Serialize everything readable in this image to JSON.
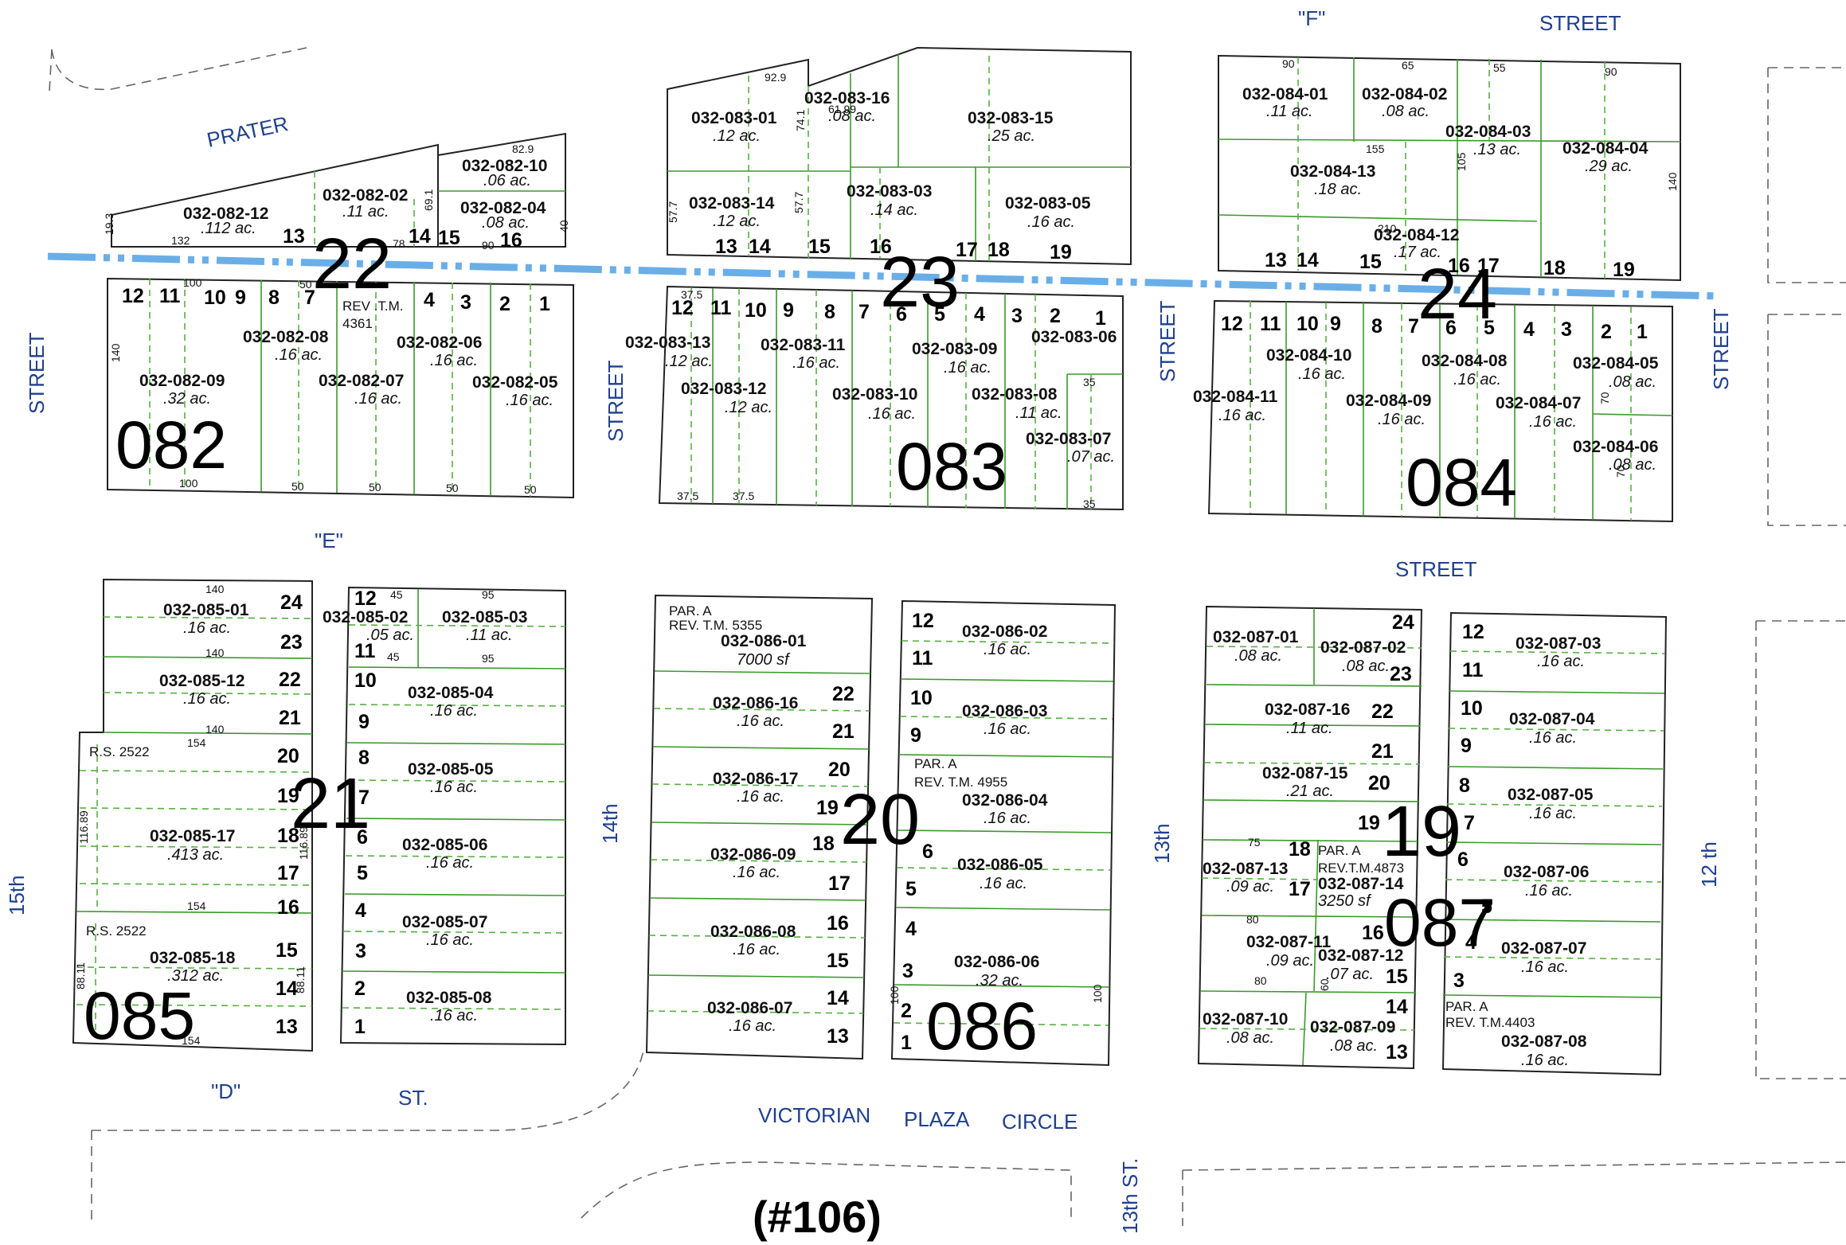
{
  "streets": {
    "prater": "PRATER",
    "f_label": "\"F\"",
    "f_street": "STREET",
    "e_label": "\"E\"",
    "e_street": "STREET",
    "d_label": "\"D\"",
    "d_st": "ST.",
    "left_street": "STREET",
    "street_14": "STREET",
    "street_13": "STREET",
    "right_street": "STREET",
    "fifteenth": "15th",
    "fourteenth": "14th",
    "thirteenth": "13th",
    "twelfth": "12 th",
    "victorian": "VICTORIAN",
    "plaza": "PLAZA",
    "circle": "CIRCLE",
    "thirteenth_st": "13th ST."
  },
  "title": "(#106)",
  "block_numbers": {
    "b22": "22",
    "b23": "23",
    "b24": "24",
    "b21": "21",
    "b20": "20",
    "b19": "19"
  },
  "book_pages": {
    "p082": "082",
    "p083": "083",
    "p084": "084",
    "p085": "085",
    "p086": "086",
    "p087": "087"
  },
  "notes": {
    "rev4361a": "REV .T.M.",
    "rev4361b": "4361",
    "rs2522a": "R.S. 2522",
    "rs2522b": "R.S. 2522",
    "par5355a": "PAR. A",
    "par5355b": "REV. T.M. 5355",
    "par4955a": "PAR. A",
    "par4955b": "REV. T.M. 4955",
    "par4873a": "PAR. A",
    "par4873b": "REV.T.M.4873",
    "par4403a": "PAR. A",
    "par4403b": "REV. T.M.4403"
  },
  "parcels": [
    {
      "id": "032-082-12",
      "area": ".112 ac."
    },
    {
      "id": "032-082-02",
      "area": ".11 ac."
    },
    {
      "id": "032-082-10",
      "area": ".06 ac."
    },
    {
      "id": "032-082-04",
      "area": ".08 ac."
    },
    {
      "id": "032-082-09",
      "area": ".32 ac."
    },
    {
      "id": "032-082-08",
      "area": ".16 ac."
    },
    {
      "id": "032-082-07",
      "area": ".16 ac."
    },
    {
      "id": "032-082-06",
      "area": ".16 ac."
    },
    {
      "id": "032-082-05",
      "area": ".16 ac."
    },
    {
      "id": "032-083-01",
      "area": ".12 ac."
    },
    {
      "id": "032-083-16",
      "area": ".08 ac."
    },
    {
      "id": "032-083-15",
      "area": ".25 ac."
    },
    {
      "id": "032-083-14",
      "area": ".12 ac."
    },
    {
      "id": "032-083-03",
      "area": ".14 ac."
    },
    {
      "id": "032-083-05",
      "area": ".16 ac."
    },
    {
      "id": "032-083-13",
      "area": ".12 ac."
    },
    {
      "id": "032-083-11",
      "area": ".16 ac."
    },
    {
      "id": "032-083-09",
      "area": ".16 ac."
    },
    {
      "id": "032-083-06",
      "area": ""
    },
    {
      "id": "032-083-12",
      "area": ".12 ac."
    },
    {
      "id": "032-083-10",
      "area": ".16 ac."
    },
    {
      "id": "032-083-08",
      "area": ".11 ac."
    },
    {
      "id": "032-083-07",
      "area": ".07 ac."
    },
    {
      "id": "032-084-01",
      "area": ".11 ac."
    },
    {
      "id": "032-084-02",
      "area": ".08 ac."
    },
    {
      "id": "032-084-03",
      "area": ".13 ac."
    },
    {
      "id": "032-084-04",
      "area": ".29 ac."
    },
    {
      "id": "032-084-13",
      "area": ".18 ac."
    },
    {
      "id": "032-084-12",
      "area": ".17 ac."
    },
    {
      "id": "032-084-10",
      "area": ".16 ac."
    },
    {
      "id": "032-084-08",
      "area": ".16 ac."
    },
    {
      "id": "032-084-05",
      "area": ".08 ac."
    },
    {
      "id": "032-084-11",
      "area": ".16 ac."
    },
    {
      "id": "032-084-09",
      "area": ".16 ac."
    },
    {
      "id": "032-084-07",
      "area": ".16 ac."
    },
    {
      "id": "032-084-06",
      "area": ".08 ac."
    },
    {
      "id": "032-085-01",
      "area": ".16 ac."
    },
    {
      "id": "032-085-12",
      "area": ".16 ac."
    },
    {
      "id": "032-085-17",
      "area": ".413 ac."
    },
    {
      "id": "032-085-18",
      "area": ".312 ac."
    },
    {
      "id": "032-085-02",
      "area": ".05 ac."
    },
    {
      "id": "032-085-03",
      "area": ".11 ac."
    },
    {
      "id": "032-085-04",
      "area": ".16 ac."
    },
    {
      "id": "032-085-05",
      "area": ".16 ac."
    },
    {
      "id": "032-085-06",
      "area": ".16 ac."
    },
    {
      "id": "032-085-07",
      "area": ".16 ac."
    },
    {
      "id": "032-085-08",
      "area": ".16 ac."
    },
    {
      "id": "032-086-01",
      "area": "7000 sf"
    },
    {
      "id": "032-086-16",
      "area": ".16 ac."
    },
    {
      "id": "032-086-17",
      "area": ".16 ac."
    },
    {
      "id": "032-086-09",
      "area": ".16 ac."
    },
    {
      "id": "032-086-08",
      "area": ".16 ac."
    },
    {
      "id": "032-086-07",
      "area": ".16 ac."
    },
    {
      "id": "032-086-02",
      "area": ".16 ac."
    },
    {
      "id": "032-086-03",
      "area": ".16 ac."
    },
    {
      "id": "032-086-04",
      "area": ".16 ac."
    },
    {
      "id": "032-086-05",
      "area": ".16 ac."
    },
    {
      "id": "032-086-06",
      "area": ".32 ac."
    },
    {
      "id": "032-087-01",
      "area": ".08 ac."
    },
    {
      "id": "032-087-02",
      "area": ".08 ac."
    },
    {
      "id": "032-087-16",
      "area": ".11 ac."
    },
    {
      "id": "032-087-15",
      "area": ".21 ac."
    },
    {
      "id": "032-087-13",
      "area": ".09 ac."
    },
    {
      "id": "032-087-14",
      "area": "3250 sf"
    },
    {
      "id": "032-087-11",
      "area": ".09 ac."
    },
    {
      "id": "032-087-12",
      "area": ".07 ac."
    },
    {
      "id": "032-087-10",
      "area": ".08 ac."
    },
    {
      "id": "032-087-09",
      "area": ".08 ac."
    },
    {
      "id": "032-087-03",
      "area": ".16 ac."
    },
    {
      "id": "032-087-04",
      "area": ".16 ac."
    },
    {
      "id": "032-087-05",
      "area": ".16 ac."
    },
    {
      "id": "032-087-06",
      "area": ".16 ac."
    },
    {
      "id": "032-087-07",
      "area": ".16 ac."
    },
    {
      "id": "032-087-08",
      "area": ".16 ac."
    }
  ],
  "lots": {
    "b82top": [
      "13",
      "14",
      "15",
      "16"
    ],
    "b82bot": [
      "12",
      "11",
      "10",
      "9",
      "8",
      "7",
      "4",
      "3",
      "2",
      "1"
    ],
    "b83top": [
      "13",
      "14",
      "15",
      "16",
      "17",
      "18",
      "19"
    ],
    "b83bot": [
      "12",
      "11",
      "10",
      "9",
      "8",
      "7",
      "6",
      "5",
      "4",
      "3",
      "2",
      "1"
    ],
    "b84top": [
      "13",
      "14",
      "15",
      "16",
      "17",
      "18",
      "19"
    ],
    "b84bot": [
      "12",
      "11",
      "10",
      "9",
      "8",
      "7",
      "6",
      "5",
      "4",
      "3",
      "2",
      "1"
    ],
    "b85w": [
      "24",
      "23",
      "22",
      "21",
      "20",
      "19",
      "18",
      "17",
      "16",
      "15",
      "14",
      "13"
    ],
    "b85e": [
      "12",
      "11",
      "10",
      "9",
      "8",
      "7",
      "6",
      "5",
      "4",
      "3",
      "2",
      "1"
    ],
    "b86w": [
      "22",
      "21",
      "20",
      "19",
      "18",
      "17",
      "16",
      "15",
      "14",
      "13"
    ],
    "b86e": [
      "12",
      "11",
      "10",
      "9",
      "6",
      "5",
      "4",
      "3",
      "2",
      "1"
    ],
    "b87w": [
      "24",
      "23",
      "22",
      "21",
      "20",
      "19",
      "18",
      "17",
      "16",
      "15",
      "14",
      "13"
    ],
    "b87e": [
      "12",
      "11",
      "10",
      "9",
      "8",
      "7",
      "6",
      "5",
      "4",
      "3"
    ]
  },
  "dims": {
    "d1": "19.3",
    "d2": "132",
    "d3": "78",
    "d4": "69.1",
    "d5": "90",
    "d6": "82.9",
    "d7": "40",
    "d8": "100",
    "d9": "50",
    "d10": "140",
    "d11": "92.9",
    "d12": "61.99",
    "d13": "74.1",
    "d14": "57.7",
    "d15": "37.5",
    "d16": "35",
    "d17": "90",
    "d18": "65",
    "d19": "55",
    "d20": "155",
    "d21": "210",
    "d22": "105",
    "d23": "70",
    "d24": "154",
    "d25": "116.89",
    "d26": "88.11",
    "d27": "45",
    "d28": "95",
    "d29": "60",
    "d30": "80",
    "d31": "75",
    "d32": "100",
    "d33": "80"
  }
}
